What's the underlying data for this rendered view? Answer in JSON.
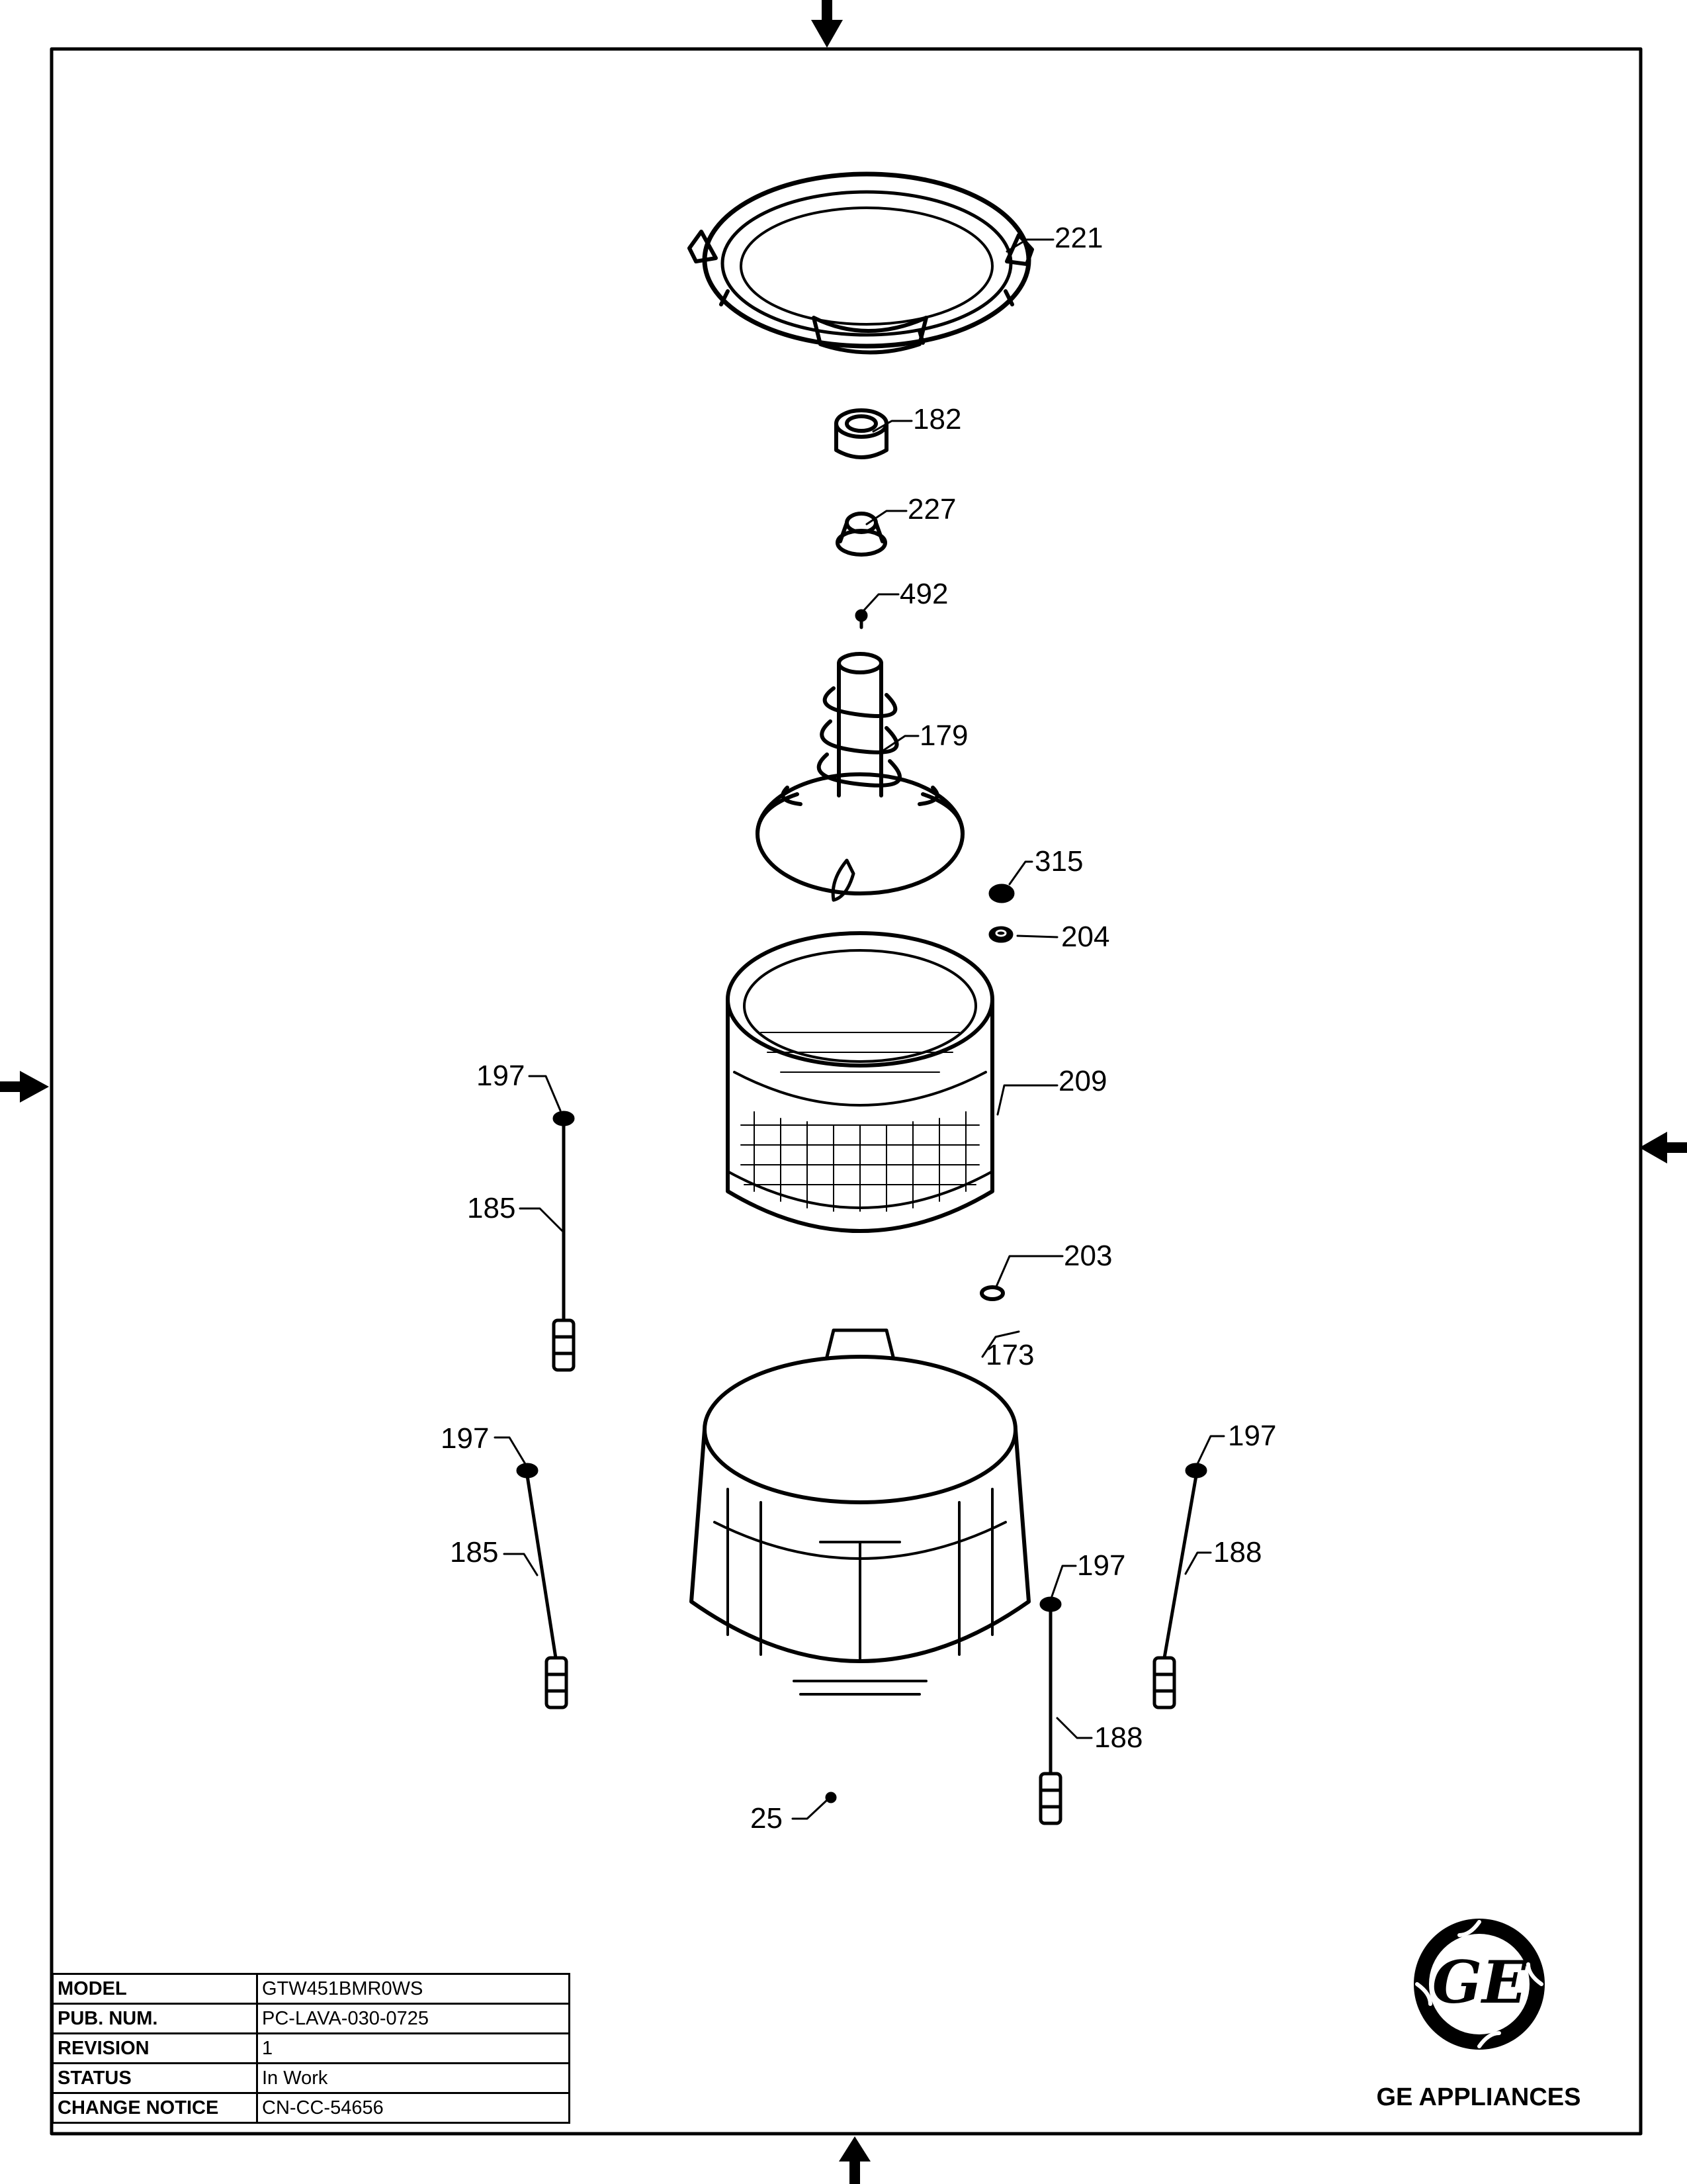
{
  "document": {
    "callouts": [
      {
        "id": "c221a",
        "label": "221"
      },
      {
        "id": "c182",
        "label": "182"
      },
      {
        "id": "c227",
        "label": "227"
      },
      {
        "id": "c492",
        "label": "492"
      },
      {
        "id": "c179",
        "label": "179"
      },
      {
        "id": "c315",
        "label": "315"
      },
      {
        "id": "c204",
        "label": "204"
      },
      {
        "id": "c209",
        "label": "209"
      },
      {
        "id": "c197a",
        "label": "197"
      },
      {
        "id": "c185a",
        "label": "185"
      },
      {
        "id": "c203",
        "label": "203"
      },
      {
        "id": "c173",
        "label": "173"
      },
      {
        "id": "c197b",
        "label": "197"
      },
      {
        "id": "c197c",
        "label": "197"
      },
      {
        "id": "c185b",
        "label": "185"
      },
      {
        "id": "c188a",
        "label": "188"
      },
      {
        "id": "c197d",
        "label": "197"
      },
      {
        "id": "c188b",
        "label": "188"
      },
      {
        "id": "c25",
        "label": "25"
      }
    ],
    "info_block": {
      "rows": [
        {
          "key": "MODEL",
          "value": "GTW451BMR0WS"
        },
        {
          "key": "PUB. NUM.",
          "value": "PC-LAVA-030-0725"
        },
        {
          "key": "REVISION",
          "value": "1"
        },
        {
          "key": "STATUS",
          "value": "In Work"
        },
        {
          "key": "CHANGE NOTICE",
          "value": "CN-CC-54656"
        }
      ]
    },
    "brand": {
      "logo_text": "GE",
      "name": "GE APPLIANCES"
    }
  }
}
